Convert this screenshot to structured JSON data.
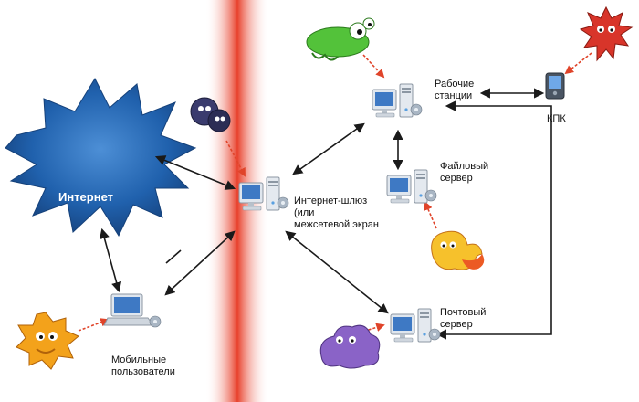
{
  "nodes": {
    "internet": {
      "label": "Интернет"
    },
    "gateway": {
      "label": "Интернет-шлюз\n(или\nмежсетевой экран"
    },
    "workstations": {
      "label": "Рабочие\nстанции"
    },
    "fileserver": {
      "label": "Файловый\nсервер"
    },
    "mailserver": {
      "label": "Почтовый\nсервер"
    },
    "pda": {
      "label": "КПК"
    },
    "mobile": {
      "label": "Мобильные\nпользователи"
    }
  },
  "colors": {
    "firewall": "#e8412c",
    "internet_blue": "#1f5fa8",
    "arrow": "#1a1a1a",
    "threat_arrow": "#e0442a"
  },
  "icons": {
    "internet": "starburst-cloud-icon",
    "computer": "desktop-computer-icon",
    "laptop": "laptop-icon",
    "pda": "pda-icon",
    "threat": "virus-monster-icon"
  }
}
